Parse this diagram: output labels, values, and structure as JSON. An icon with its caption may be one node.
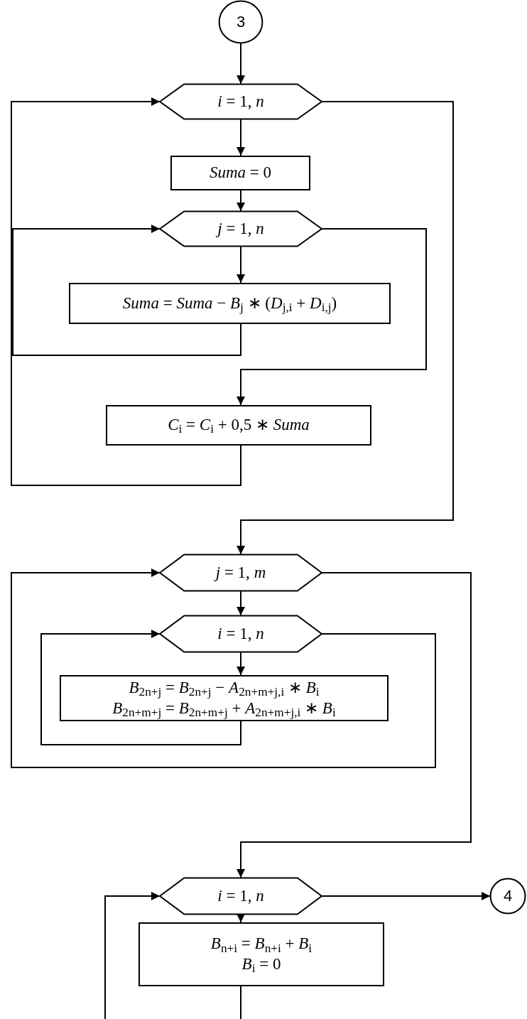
{
  "diagram": {
    "nodes": [
      {
        "text": [
          "3"
        ]
      },
      {
        "text": [
          "*i* = 1, *n*"
        ]
      },
      {
        "text": [
          "*Suma* = 0"
        ]
      },
      {
        "text": [
          "*j* = 1, *n*"
        ]
      },
      {
        "text": [
          "*Suma* = *Suma* − *B*$_{j}$ ∗ (*D*$_{j,i}$ + *D*$_{i,j}$)"
        ]
      },
      {
        "text": [
          "*C*$_{i}$ = *C*$_{i}$ + 0,5 ∗ *Suma*"
        ]
      },
      {
        "text": [
          "*j* = 1, *m*"
        ]
      },
      {
        "text": [
          "*i* = 1, *n*"
        ]
      },
      {
        "text": [
          "*B*$_{2n+j}$ = *B*$_{2n+j}$ − *A*$_{2n+m+j,i}$ ∗ *B*$_{i}$",
          "*B*$_{2n+m+j}$ = *B*$_{2n+m+j}$ + *A*$_{2n+m+j,i}$ ∗ *B*$_{i}$"
        ]
      },
      {
        "text": [
          "*i* = 1, *n*"
        ]
      },
      {
        "text": [
          "4"
        ]
      },
      {
        "text": [
          "*B*$_{n+i}$ = *B*$_{n+i}$ + *B*$_{i}$",
          "*B*$_{i}$ = 0"
        ]
      }
    ],
    "edges": [
      {
        "from": 0,
        "to": 1,
        "arrow": "to"
      },
      {
        "from": 1,
        "to": 2,
        "arrow": "to"
      },
      {
        "from": 2,
        "to": 3,
        "arrow": "to"
      },
      {
        "from": 3,
        "to": 4,
        "arrow": "to"
      },
      {
        "from": 4,
        "to": 3,
        "arrow": "to"
      },
      {
        "from": 3,
        "to": 5,
        "arrow": "to"
      },
      {
        "from": 5,
        "to": 1,
        "arrow": "to"
      },
      {
        "from": 1,
        "to": 6,
        "arrow": "to"
      },
      {
        "from": 6,
        "to": 7,
        "arrow": "to"
      },
      {
        "from": 7,
        "to": 8,
        "arrow": "to"
      },
      {
        "from": 8,
        "to": 7,
        "arrow": "to"
      },
      {
        "from": 7,
        "to": 6,
        "arrow": "to"
      },
      {
        "from": 6,
        "to": 9,
        "arrow": "to"
      },
      {
        "from": 9,
        "to": 10,
        "arrow": "to"
      },
      {
        "from": 11,
        "to": 9,
        "arrow": "to"
      },
      {
        "from": 9,
        "to": 11,
        "arrow": "to"
      }
    ]
  }
}
